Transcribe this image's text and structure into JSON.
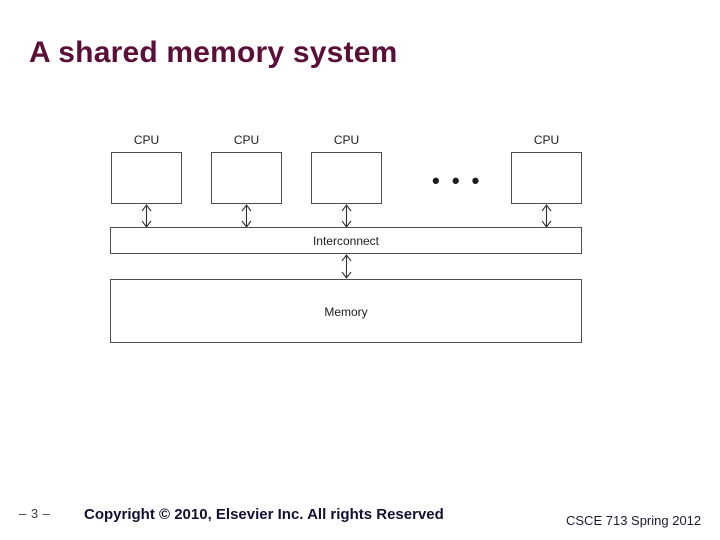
{
  "slide": {
    "title": "A shared memory system",
    "title_color": "#5B0E37",
    "background_color": "#ffffff"
  },
  "diagram": {
    "type": "block-diagram",
    "stroke_color": "#4d4d4d",
    "cpus": [
      {
        "label": "CPU"
      },
      {
        "label": "CPU"
      },
      {
        "label": "CPU"
      },
      {
        "label": "CPU"
      }
    ],
    "ellipsis": "• • •",
    "interconnect_label": "Interconnect",
    "memory_label": "Memory",
    "connector_count": 5,
    "connector_style": "double-headed-vertical-arrow"
  },
  "footer": {
    "page_number": "– 3 –",
    "copyright": "Copyright © 2010, Elsevier Inc. All rights Reserved",
    "course": "CSCE 713 Spring 2012"
  }
}
